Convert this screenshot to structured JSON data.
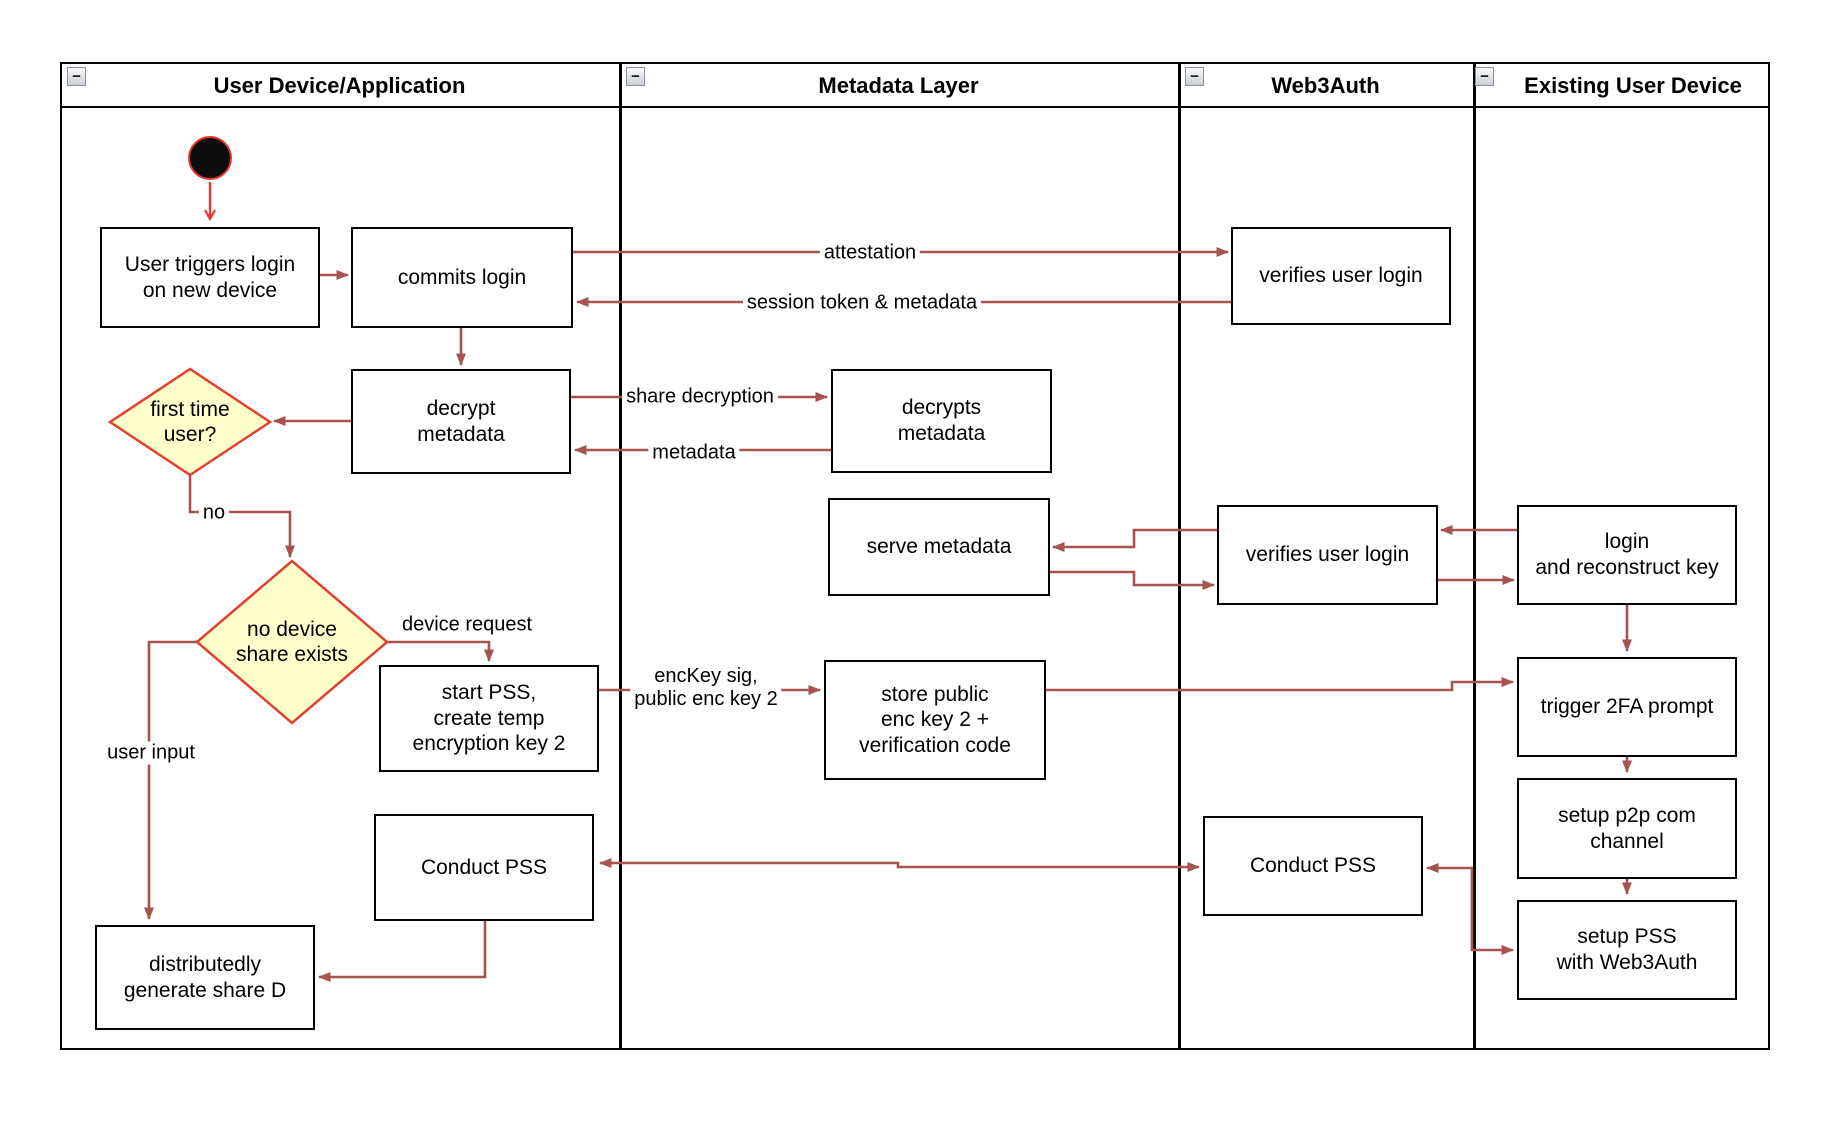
{
  "lanes": [
    {
      "title": "User Device/Application"
    },
    {
      "title": "Metadata Layer"
    },
    {
      "title": "Web3Auth"
    },
    {
      "title": "Existing User Device"
    }
  ],
  "icons": {
    "collapse": "−"
  },
  "nodes": {
    "user_triggers": "User triggers login\non new device",
    "commits_login": "commits login",
    "decrypt_metadata": "decrypt\nmetadata",
    "first_time": "first time\nuser?",
    "no_device": "no device\nshare exists",
    "start_pss": "start PSS,\ncreate temp\nencryption key 2",
    "conduct_pss_user": "Conduct PSS",
    "distributed": "distributedly\ngenerate share D",
    "decrypts_metadata": "decrypts\nmetadata",
    "serve_metadata": "serve metadata",
    "store_public": "store public\nenc key 2 +\nverification code",
    "verifies_login_1": "verifies user login",
    "verifies_login_2": "verifies user login",
    "conduct_pss_web3": "Conduct PSS",
    "login_reconstruct": "login\nand reconstruct key",
    "trigger_2fa": "trigger 2FA prompt",
    "setup_p2p": "setup p2p com\nchannel",
    "setup_pss": "setup PSS\nwith Web3Auth"
  },
  "edge_labels": {
    "attestation": "attestation",
    "session_token": "session token & metadata",
    "share_decryption": "share decryption",
    "metadata": "metadata",
    "no": "no",
    "device_request": "device request",
    "user_input": "user input",
    "enckey": "encKey sig,\npublic enc key 2"
  },
  "colors": {
    "connector": "#a55450",
    "start_accent": "#e8392b",
    "decision_fill": "#ffffcb",
    "decision_border": "#e2402f",
    "node_border": "#000000",
    "node_fill": "#ffffff"
  }
}
